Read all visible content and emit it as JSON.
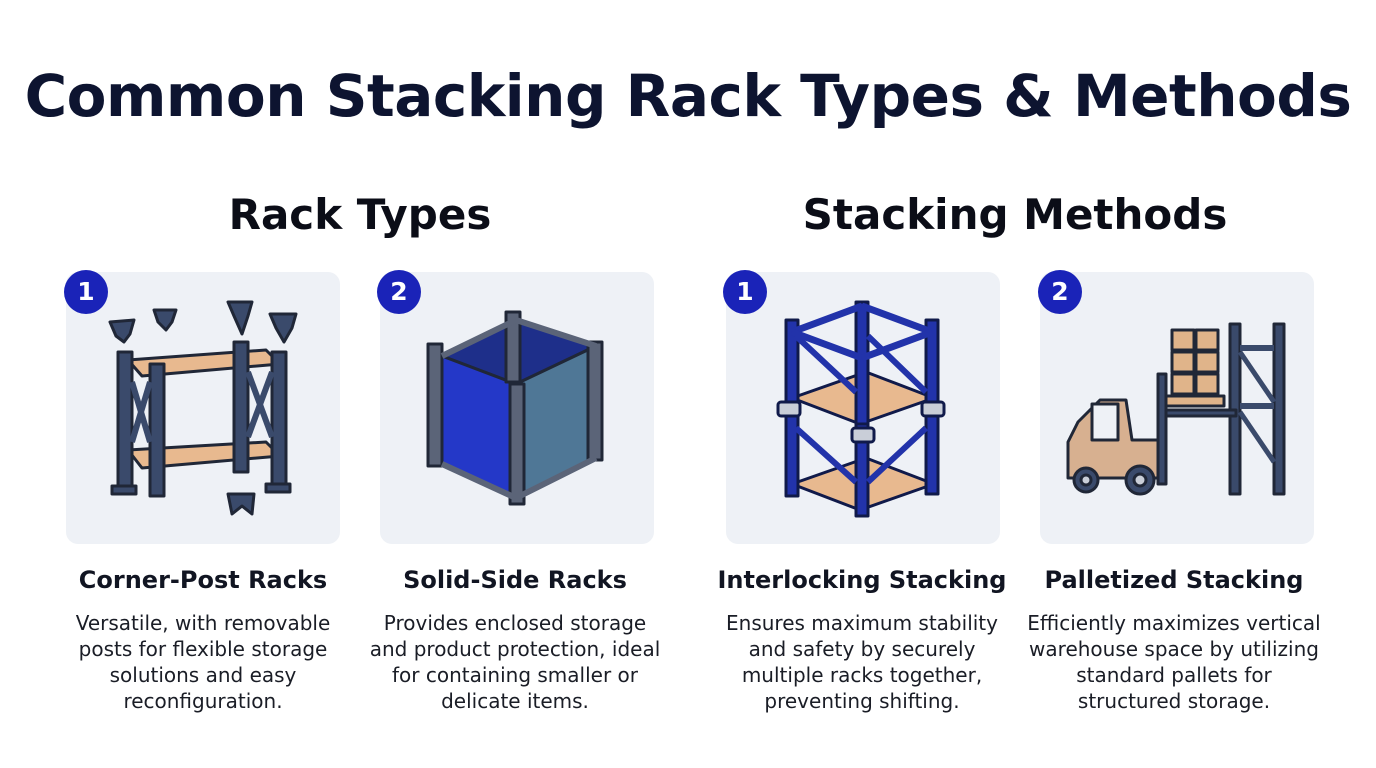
{
  "title": "Common Stacking Rack Types & Methods",
  "sections": {
    "left": {
      "heading": "Rack Types"
    },
    "right": {
      "heading": "Stacking Methods"
    }
  },
  "items": [
    {
      "number": "1",
      "title": "Corner-Post Racks",
      "description": "Versatile, with removable posts for flexible storage solutions and easy reconfiguration.",
      "icon": "corner-post-rack-icon"
    },
    {
      "number": "2",
      "title": "Solid-Side Racks",
      "description": "Provides enclosed storage and product protection, ideal for containing smaller or delicate items.",
      "icon": "solid-side-rack-icon"
    },
    {
      "number": "1",
      "title": "Interlocking Stacking",
      "description": "Ensures maximum stability and safety by securely multiple racks together, preventing shifting.",
      "icon": "interlocking-stack-icon"
    },
    {
      "number": "2",
      "title": "Palletized Stacking",
      "description": "Efficiently maximizes vertical warehouse space by utilizing standard pallets for structured storage.",
      "icon": "forklift-pallet-rack-icon"
    }
  ],
  "colors": {
    "title": "#0d1430",
    "badge": "#1a23b8",
    "card_bg": "#eef1f6",
    "steel_dark": "#3a4a6b",
    "steel_blue": "#2233aa",
    "wood": "#e8b98f"
  }
}
